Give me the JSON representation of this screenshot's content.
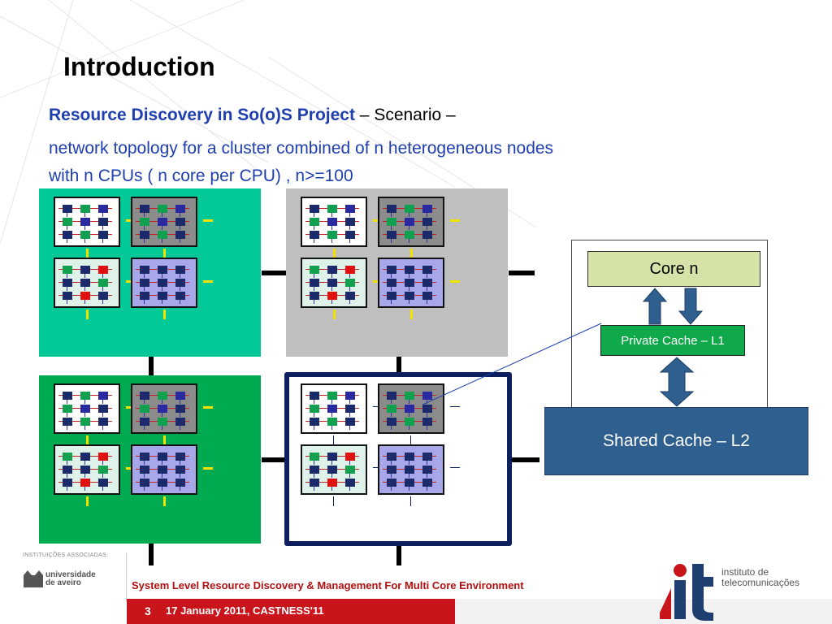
{
  "slide": {
    "title": "Introduction",
    "subtitle_highlight": "Resource Discovery in So(o)S Project",
    "subtitle_rest": " – Scenario –",
    "description_line1": "network topology for a cluster combined of n heterogeneous nodes",
    "description_line2": "with n CPUs ( n core per CPU) , n>=100"
  },
  "diagram": {
    "nodes": [
      {
        "name": "node-top-left",
        "color": "#00c896"
      },
      {
        "name": "node-top-right",
        "color": "#bfbfbf"
      },
      {
        "name": "node-bottom-left",
        "color": "#00aa50"
      },
      {
        "name": "node-bottom-right",
        "color": "#ffffff",
        "highlighted": true
      }
    ],
    "chip_colors": {
      "white_chip": "#ffffff",
      "gray_chip": "#8c8c8c",
      "mint_chip": "#dff2ea",
      "lavender_chip": "#a7a7ea"
    },
    "core_colors": {
      "navy": "#1a2a6b",
      "green": "#10a050",
      "red": "#e01010",
      "blue": "#2a2aa0"
    },
    "link_colors": {
      "intra_node": "#f2e200",
      "inter_node": "#000000",
      "highlight_border": "#0d1f5c"
    }
  },
  "detail": {
    "core_label": "Core n",
    "l1_label": "Private Cache – L1",
    "l2_label": "Shared Cache – L2",
    "colors": {
      "core": "#d6e3a8",
      "l1": "#0fa84a",
      "l2": "#2f5f8f",
      "arrow": "#2f5f8f"
    }
  },
  "footer": {
    "associates_label": "INSTITUIÇÕES ASSOCIADAS:",
    "university_line1": "universidade",
    "university_line2": "de aveiro",
    "institute_line1": "instituto de",
    "institute_line2": "telecomunicações",
    "institute_logo_text": "it",
    "talk_title": "System Level Resource Discovery & Management For Multi Core Environment",
    "page_number": "3",
    "event": "17 January 2011, CASTNESS'11"
  }
}
